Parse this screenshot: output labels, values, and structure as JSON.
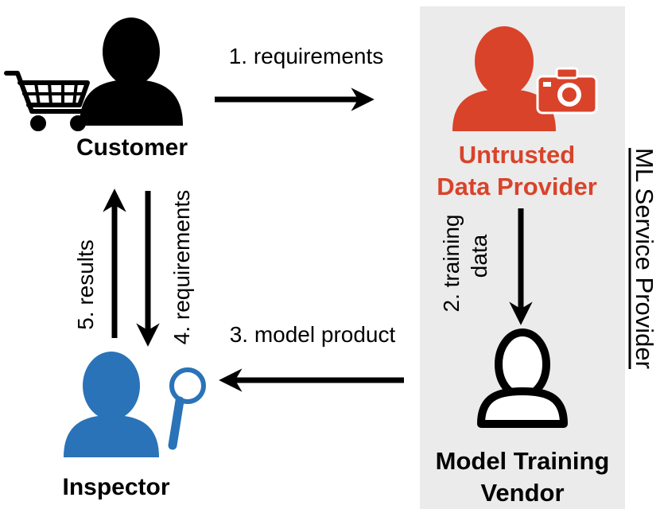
{
  "colors": {
    "customer": "#000000",
    "data_provider": "#d9432a",
    "inspector": "#2a73b8",
    "service_panel": "#ebebeb",
    "arrow": "#000000"
  },
  "actors": {
    "customer": {
      "label": "Customer",
      "icon": "shopping-cart-icon"
    },
    "data_provider": {
      "label_line1": "Untrusted",
      "label_line2": "Data Provider",
      "icon": "camera-icon"
    },
    "vendor": {
      "label_line1": "Model Training",
      "label_line2": "Vendor"
    },
    "inspector": {
      "label": "Inspector",
      "icon": "magnifier-icon"
    }
  },
  "service_provider": {
    "label": "ML Service Provider"
  },
  "flows": {
    "step1": "1. requirements",
    "step2_line1": "2. training",
    "step2_line2": "data",
    "step3": "3. model product",
    "step4": "4. requirements",
    "step5": "5. results"
  }
}
